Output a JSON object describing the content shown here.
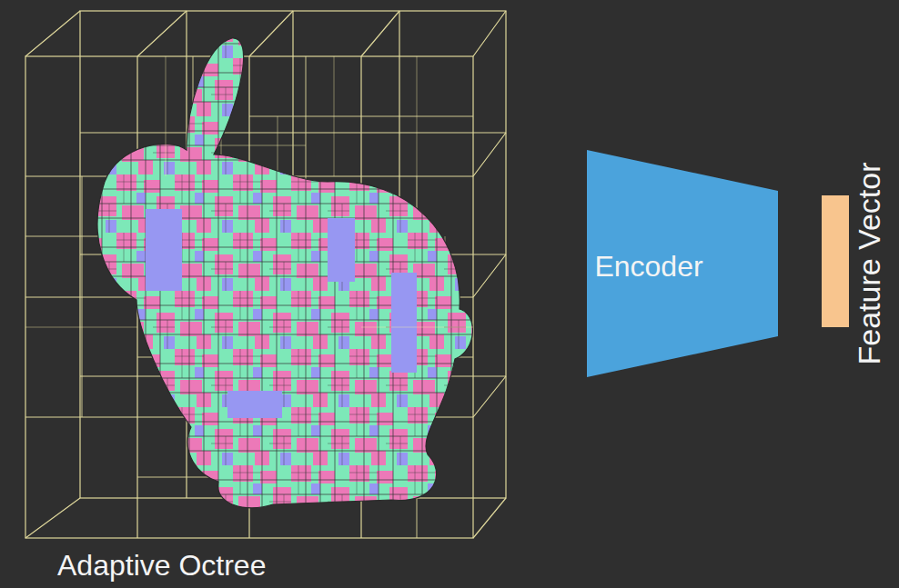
{
  "diagram": {
    "nodes": [
      {
        "text": [
          "Encoder"
        ]
      },
      {
        "text": [
          "Feature Vector"
        ]
      }
    ],
    "labels": [
      "Adaptive Octree"
    ]
  }
}
